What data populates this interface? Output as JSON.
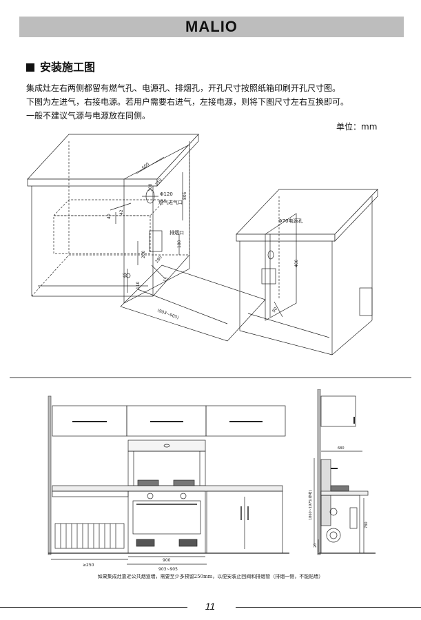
{
  "header": {
    "brand": "MALIO"
  },
  "section": {
    "title": "安装施工图"
  },
  "paragraph": {
    "lines": [
      "集成灶左右两侧都留有燃气孔、电源孔、排烟孔，开孔尺寸按照纸箱印刷开孔尺寸图。",
      "下图为左进气，右接电源。若用户需要右进气，左接电源，则将下图尺寸左右互换即可。",
      "一般不建议气源与电源放在同侧。"
    ]
  },
  "unit_label": "单位：mm",
  "diagram_top": {
    "labels": {
      "d600": "600",
      "d805": "805",
      "d210": "210",
      "d300": "300",
      "phi120": "Φ120",
      "gas_inlet": "燃气进气口",
      "d40": "40",
      "d42": "42",
      "exhaust": "排烟口",
      "d180": "180",
      "d200": "200",
      "d280": "280",
      "d65": "65",
      "d110": "110",
      "d15": "15",
      "width": "(903~905)",
      "phi70": "Φ70电源孔",
      "d400": "400",
      "d90": "90"
    }
  },
  "diagram_bottom": {
    "labels": {
      "min250": "≥250",
      "d900": "900",
      "width": "903~905",
      "d680": "680",
      "vertical": "1860~1975(参考)",
      "d780": "780",
      "d20": "20"
    }
  },
  "footnote": "如果集成灶靠近公共烟道墙，需要至少多预留250mm，以便安装止回阀和排烟管（排烟一侧，不能贴墙）",
  "page_number": "11"
}
